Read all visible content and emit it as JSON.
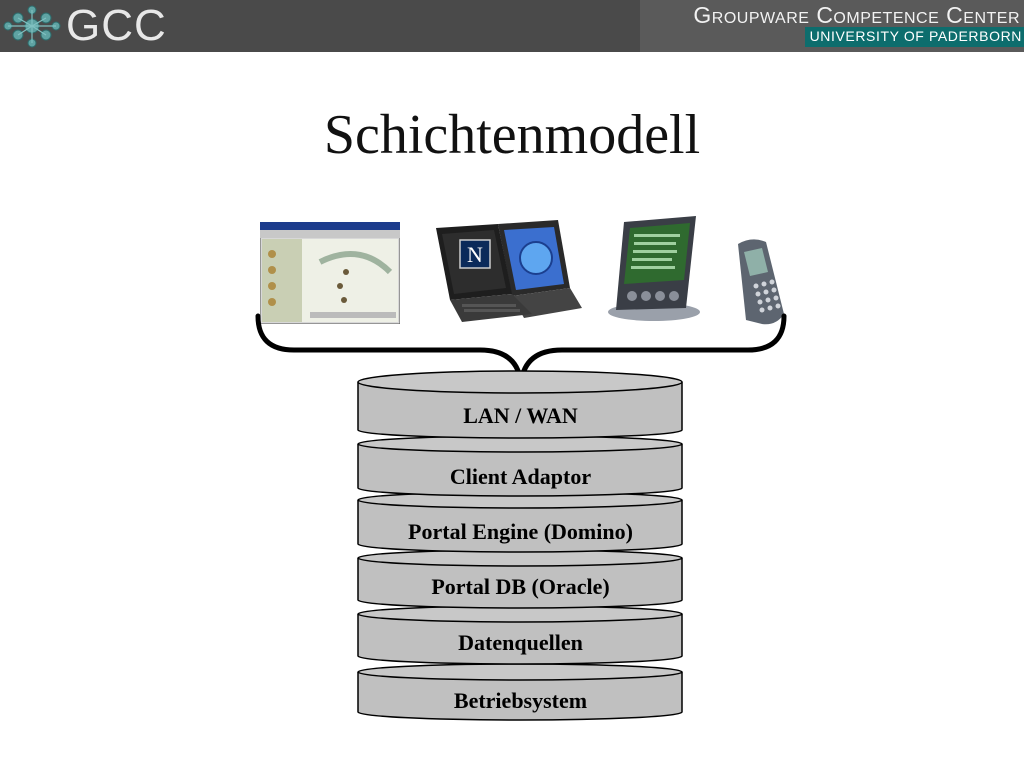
{
  "header": {
    "logo_text": "GCC",
    "org_title": "Groupware Competence Center",
    "university": "UNIVERSITY OF PADERBORN"
  },
  "slide": {
    "title": "Schichtenmodell"
  },
  "devices": [
    {
      "icon": "browser-window-icon"
    },
    {
      "icon": "laptop-icon"
    },
    {
      "icon": "pda-icon"
    },
    {
      "icon": "mobile-phone-icon"
    }
  ],
  "laptop_badge": "N",
  "layers": [
    {
      "label": "LAN / WAN"
    },
    {
      "label": "Client Adaptor"
    },
    {
      "label": "Portal Engine (Domino)"
    },
    {
      "label": "Portal DB (Oracle)"
    },
    {
      "label": "Datenquellen"
    },
    {
      "label": "Betriebsystem"
    }
  ],
  "colors": {
    "header_bg": "#4a4a4a",
    "university_bar": "#0d6d6d",
    "layer_fill": "#c0c0c0"
  }
}
